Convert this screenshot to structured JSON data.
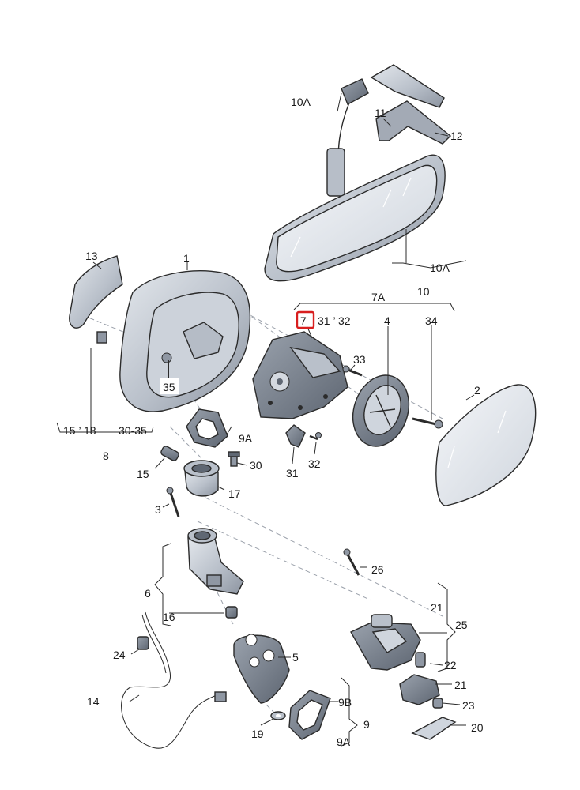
{
  "colors": {
    "part_fill": "#c9ced6",
    "part_dark": "#8f97a3",
    "part_deep": "#5f6773",
    "glass": "#e9ecf1",
    "highlight": "#d81e1e"
  },
  "labels": {
    "l1": "1",
    "l2": "2",
    "l3": "3",
    "l4": "4",
    "l5": "5",
    "l6": "6",
    "l7": "7",
    "l7_tail": "31 ’ 32",
    "l7a": "7A",
    "l8": "8",
    "l8_left": "15 ’ 18",
    "l8_right": "30-35",
    "l9": "9",
    "l9a_top": "9A",
    "l9a_bottom": "9A",
    "l9b": "9B",
    "l10": "10",
    "l10a_top": "10A",
    "l10a_mid": "10A",
    "l11": "11",
    "l12": "12",
    "l13": "13",
    "l14": "14",
    "l15": "15",
    "l16": "16",
    "l17": "17",
    "l19": "19",
    "l20": "20",
    "l21_top": "21",
    "l21_bottom": "21",
    "l22": "22",
    "l23": "23",
    "l24": "24",
    "l25": "25",
    "l26": "26",
    "l30": "30",
    "l31": "31",
    "l32": "32",
    "l33": "33",
    "l34": "34",
    "l35": "35"
  }
}
